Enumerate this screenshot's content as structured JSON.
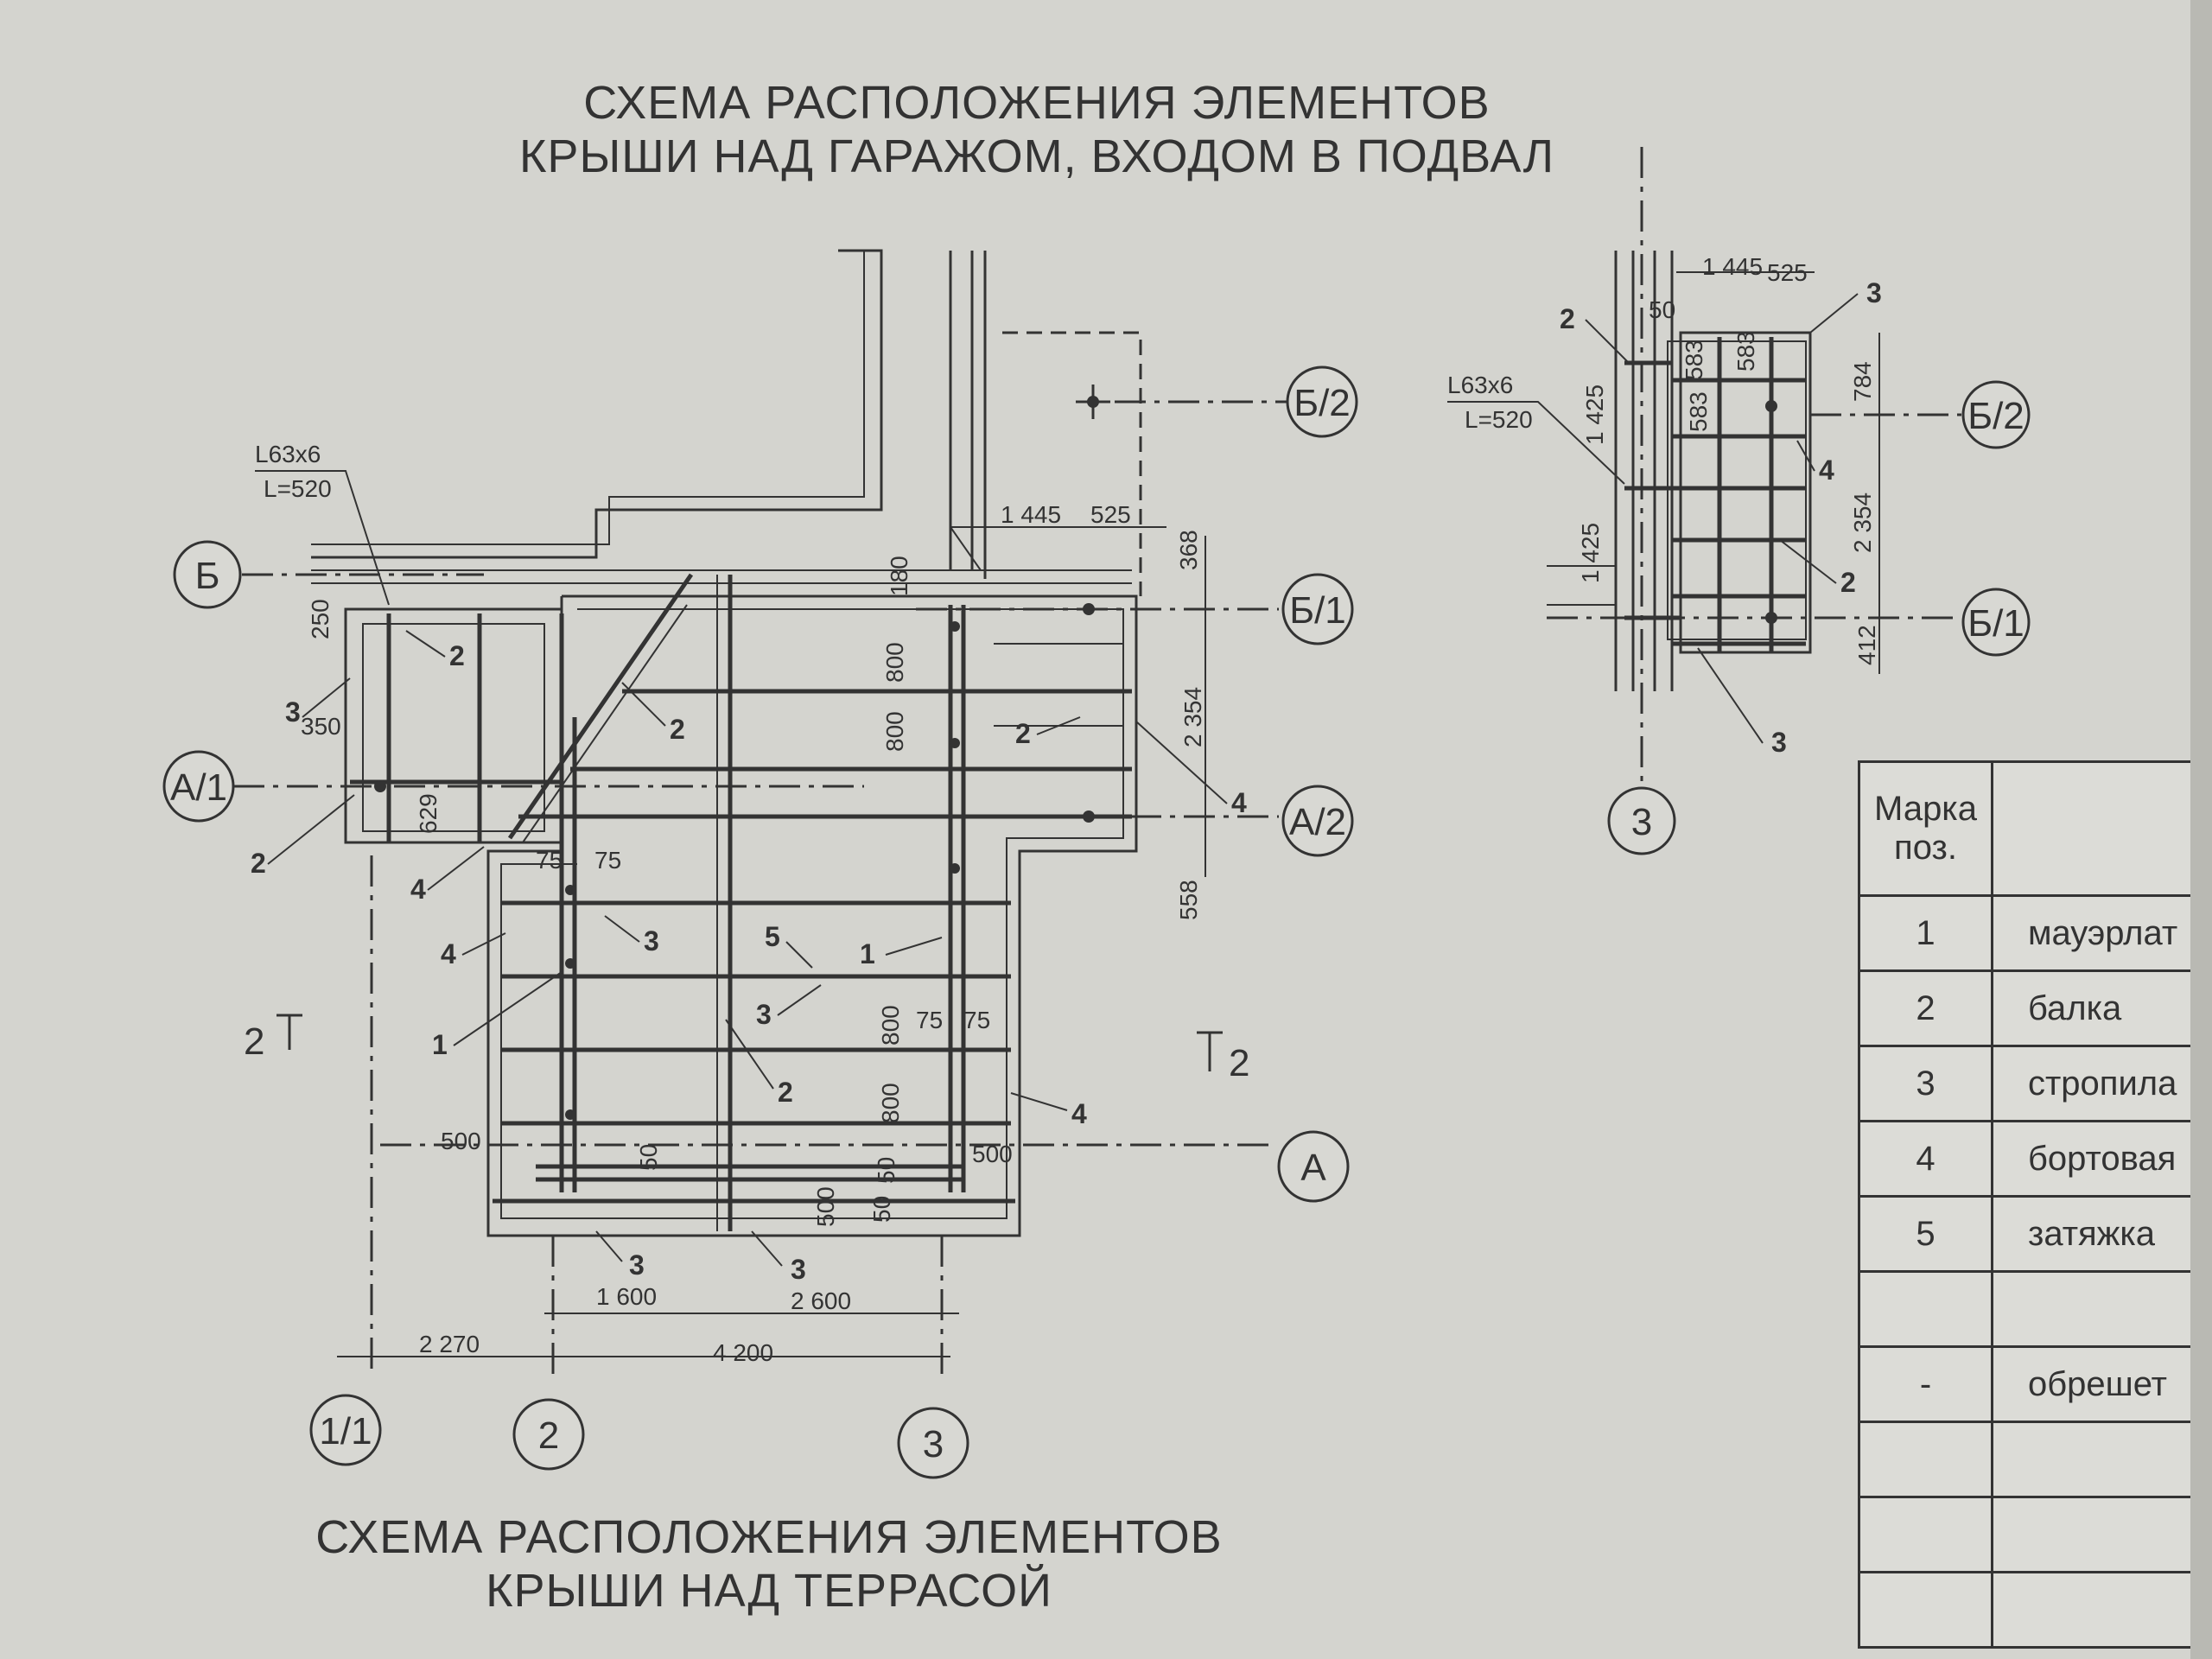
{
  "top_title": {
    "line1": "СХЕМА РАСПОЛОЖЕНИЯ ЭЛЕМЕНТОВ",
    "line2": "КРЫШИ НАД ГАРАЖОМ, ВХОДОМ В ПОДВАЛ"
  },
  "bottom_title": {
    "line1": "СХЕМА РАСПОЛОЖЕНИЯ ЭЛЕМЕНТОВ",
    "line2": "КРЫШИ НАД ТЕРРАСОЙ"
  },
  "axes": {
    "b": "Б",
    "b1": "Б/1",
    "b2": "Б/2",
    "a": "А",
    "a1": "А/1",
    "a2": "А/2",
    "n11": "1/1",
    "n2": "2",
    "n3": "3"
  },
  "angle_note": {
    "profile": "L63x6",
    "length": "L=520"
  },
  "section_mark": "2",
  "dims": {
    "d1445": "1 445",
    "d525": "525",
    "d368": "368",
    "d180": "180",
    "d250": "250",
    "d350": "350",
    "d629": "629",
    "d800": "800",
    "d2354": "2 354",
    "d558": "558",
    "d75": "75",
    "d500": "500",
    "d50": "50",
    "d1600": "1 600",
    "d2600": "2 600",
    "d2270": "2 270",
    "d4200": "4 200",
    "d1425": "1 425",
    "d583": "583",
    "d784": "784",
    "d412": "412"
  },
  "pos": {
    "p1": "1",
    "p2": "2",
    "p3": "3",
    "p4": "4",
    "p5": "5"
  },
  "spec_table": {
    "header_mark": "Марка поз.",
    "header_name": "",
    "rows": [
      {
        "mark": "1",
        "name": "мауэрлат"
      },
      {
        "mark": "2",
        "name": "балка"
      },
      {
        "mark": "3",
        "name": "стропила"
      },
      {
        "mark": "4",
        "name": "бортовая"
      },
      {
        "mark": "5",
        "name": "затяжка"
      },
      {
        "mark": "",
        "name": ""
      },
      {
        "mark": "-",
        "name": "обрешет"
      },
      {
        "mark": "",
        "name": ""
      },
      {
        "mark": "",
        "name": ""
      },
      {
        "mark": "",
        "name": ""
      }
    ]
  }
}
